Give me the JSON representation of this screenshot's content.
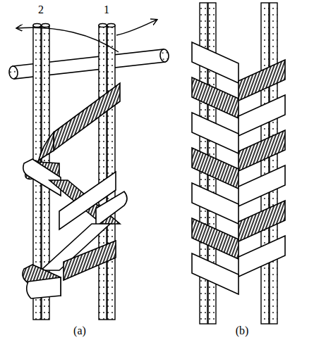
{
  "diagram": {
    "labels": [
      "2",
      "1",
      "(a)",
      "(b)"
    ]
  }
}
